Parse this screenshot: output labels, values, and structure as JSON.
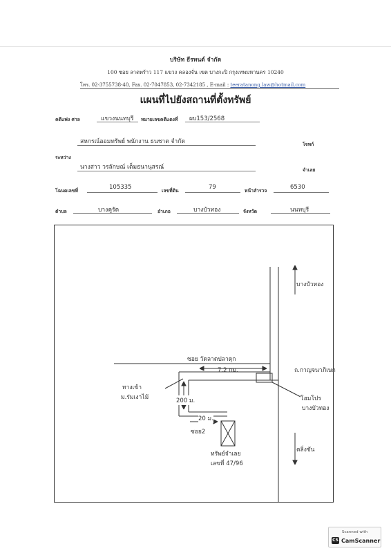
{
  "letterhead": {
    "company": "บริษัท ธีรทนต์ จำกัด",
    "address": "100  ซอย ลาดพร้าว 117  แขวง คลองจั่น  เขต บางกะปิ  กรุงเทพมหานคร  10240",
    "phone_fax": "โทร. 02-3755738-40, Fax. 02-7047853, 02-7342185 , E-mail : ",
    "email": "teeratanong.law@hotmail.com"
  },
  "title": "แผนที่ไปยังสถานที่ตั้งทรัพย์",
  "form": {
    "court_label": "คดีแพ่ง  ศาล",
    "court_value": "แขวงนนทบุรี",
    "redcase_label": "หมายเลขคดีแดงที่",
    "redcase_value": "ผบ153/2568",
    "plaintiff_value": "สหกรณ์ออมทรัพย์ พนักงาน ธนชาต จำกัด",
    "plaintiff_label": "โจทก์",
    "between_label": "ระหว่าง",
    "defendant_value": "นางสาว วรลักษณ์ เต็มธนานุสรณ์",
    "defendant_label": "จำเลย",
    "deed_label": "โฉนดเลขที่",
    "deed_value": "105335",
    "land_label": "เลขที่ดิน",
    "land_value": "79",
    "survey_label": "หน้าสำรวจ",
    "survey_value": "6530",
    "subdistrict_label": "ตำบล",
    "subdistrict_value": "บางคูรัด",
    "district_label": "อำเภอ",
    "district_value": "บางบัวทอง",
    "province_label": "จังหวัด",
    "province_value": "นนทบุรี"
  },
  "map": {
    "north_label": "บางบัวทอง",
    "soi_name": "ซอย วัดลาดปลาดุก",
    "distance_main": "7.2 กม.",
    "road_name": "ถ.กาญจนาภิเษก",
    "entrance_line1": "ทางเข้า",
    "entrance_line2": "ม.ร่มเงาไม้",
    "distance_200": "200 ม.",
    "distance_20": "20 ม.",
    "soi2": "ซอย2",
    "homepro_line1": "โฮมโปร",
    "homepro_line2": "บางบัวทอง",
    "south_label": "ตลิ่งชัน",
    "property_line1": "ทรัพย์จำเลย",
    "property_line2": "เลขที่ 47/96"
  },
  "watermark": {
    "line1": "Scanned with",
    "brand": "CamScanner",
    "logo": "CS"
  }
}
